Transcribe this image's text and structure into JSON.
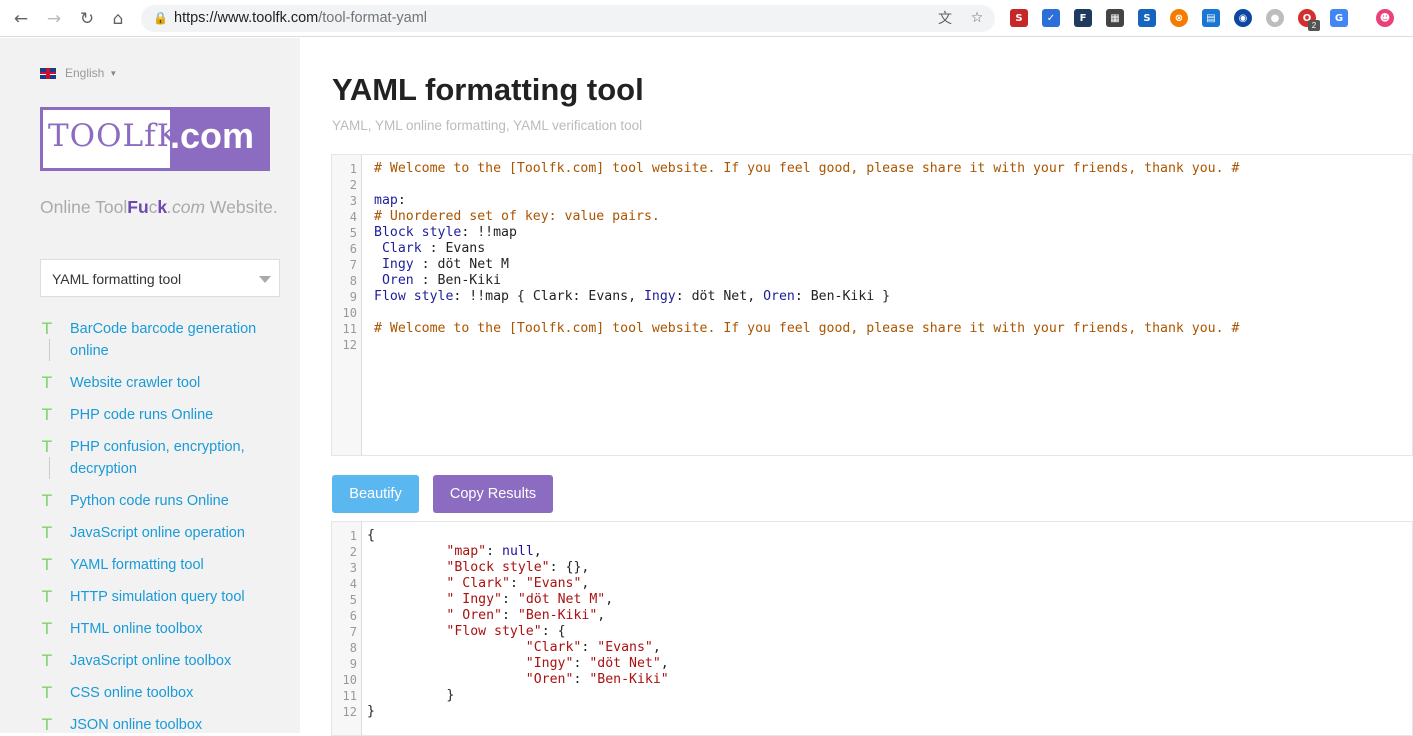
{
  "browser": {
    "url_host": "https://www.toolfk.com",
    "url_path": "/tool-format-yaml",
    "extension_badge": "2"
  },
  "sidebar": {
    "language": "English",
    "logo_text_a": "TOOLfK",
    "logo_text_b": ".com",
    "tagline_parts": [
      "Online Tool",
      "Fu",
      "c",
      "k",
      ".com",
      " Website."
    ],
    "select_value": "YAML formatting tool",
    "tools": [
      {
        "label": "BarCode barcode generation online"
      },
      {
        "label": "Website crawler tool"
      },
      {
        "label": "PHP code runs Online"
      },
      {
        "label": "PHP confusion, encryption, decryption"
      },
      {
        "label": "Python code runs Online"
      },
      {
        "label": "JavaScript online operation"
      },
      {
        "label": "YAML formatting tool"
      },
      {
        "label": "HTTP simulation query tool"
      },
      {
        "label": "HTML online toolbox"
      },
      {
        "label": "JavaScript online toolbox"
      },
      {
        "label": "CSS online toolbox"
      },
      {
        "label": "JSON online toolbox"
      }
    ]
  },
  "main": {
    "title": "YAML formatting tool",
    "subtitle": "YAML, YML online formatting, YAML verification tool",
    "beautify_label": "Beautify",
    "copy_label": "Copy Results",
    "input_lines": [
      "# Welcome to the [Toolfk.com] tool website. If you feel good, please share it with your friends, thank you. #",
      "",
      "map:",
      "# Unordered set of key: value pairs.",
      "Block style: !!map",
      " Clark : Evans",
      " Ingy : döt Net M",
      " Oren : Ben-Kiki",
      "Flow style: !!map { Clark: Evans, Ingy: döt Net, Oren: Ben-Kiki }",
      "",
      "# Welcome to the [Toolfk.com] tool website. If you feel good, please share it with your friends, thank you. #",
      ""
    ],
    "output_lines": [
      "{",
      "\t\"map\": null,",
      "\t\"Block style\": {},",
      "\t\" Clark\": \"Evans\",",
      "\t\" Ingy\": \"döt Net M\",",
      "\t\" Oren\": \"Ben-Kiki\",",
      "\t\"Flow style\": {",
      "\t\t\"Clark\": \"Evans\",",
      "\t\t\"Ingy\": \"döt Net\",",
      "\t\t\"Oren\": \"Ben-Kiki\"",
      "\t}",
      "}"
    ]
  }
}
